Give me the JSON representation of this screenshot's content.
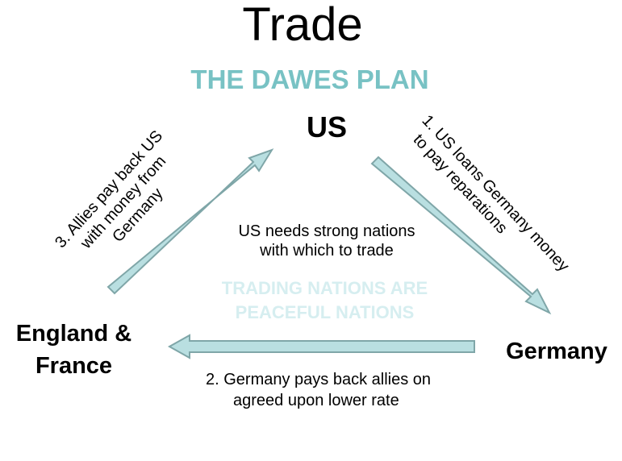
{
  "title": "Trade",
  "subtitle": "THE DAWES PLAN",
  "nodes": {
    "us": "US",
    "england_france_line1": "England &",
    "england_france_line2": "France",
    "germany": "Germany"
  },
  "center": {
    "line1": "US needs strong nations",
    "line2": "with which to trade"
  },
  "faint": {
    "line1": "TRADING NATIONS ARE",
    "line2": "PEACEFUL NATIONS"
  },
  "steps": {
    "step1": {
      "line1": "1. US loans Germany money",
      "line2": "to pay reparations"
    },
    "step2": {
      "line1": "2.  Germany pays back allies on",
      "line2": "agreed upon lower rate"
    },
    "step3": {
      "line1": "3.  Allies pay back US",
      "line2": "with money from",
      "line3": "Germany"
    }
  },
  "colors": {
    "arrow_fill": "#b9dfe1",
    "arrow_stroke": "#7fa6a8",
    "subtitle": "#78c2c4",
    "faint_text": "#d6eef0"
  }
}
